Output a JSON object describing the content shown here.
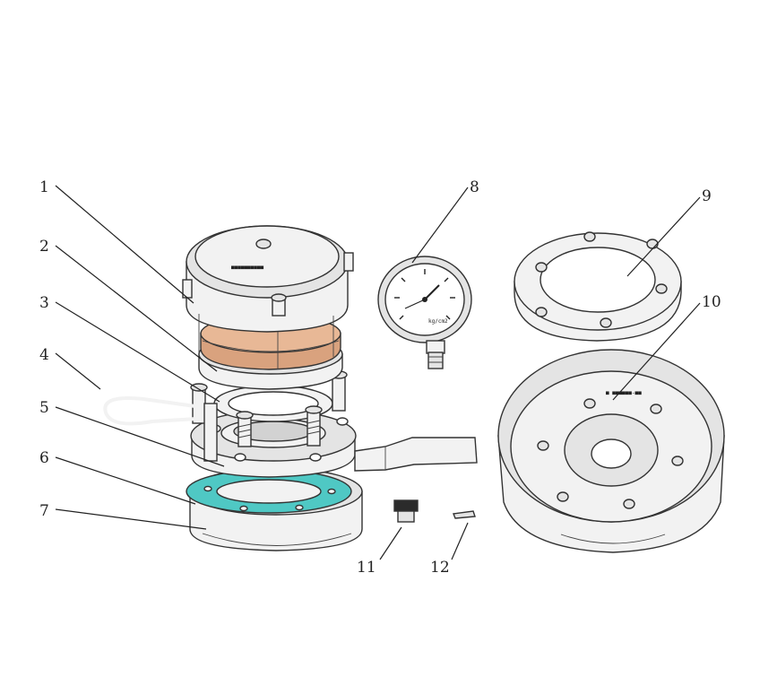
{
  "callouts": [
    {
      "number": "1"
    },
    {
      "number": "2"
    },
    {
      "number": "3"
    },
    {
      "number": "4"
    },
    {
      "number": "5"
    },
    {
      "number": "6"
    },
    {
      "number": "7"
    },
    {
      "number": "8"
    },
    {
      "number": "9"
    },
    {
      "number": "10"
    },
    {
      "number": "11"
    },
    {
      "number": "12"
    }
  ],
  "gauge": {
    "unit_text": "kg/cm2"
  },
  "colors": {
    "gasket": "#4fc8c4",
    "diaphragm": "#d9a27e",
    "line": "#333333",
    "metal_light": "#f2f2f2"
  }
}
